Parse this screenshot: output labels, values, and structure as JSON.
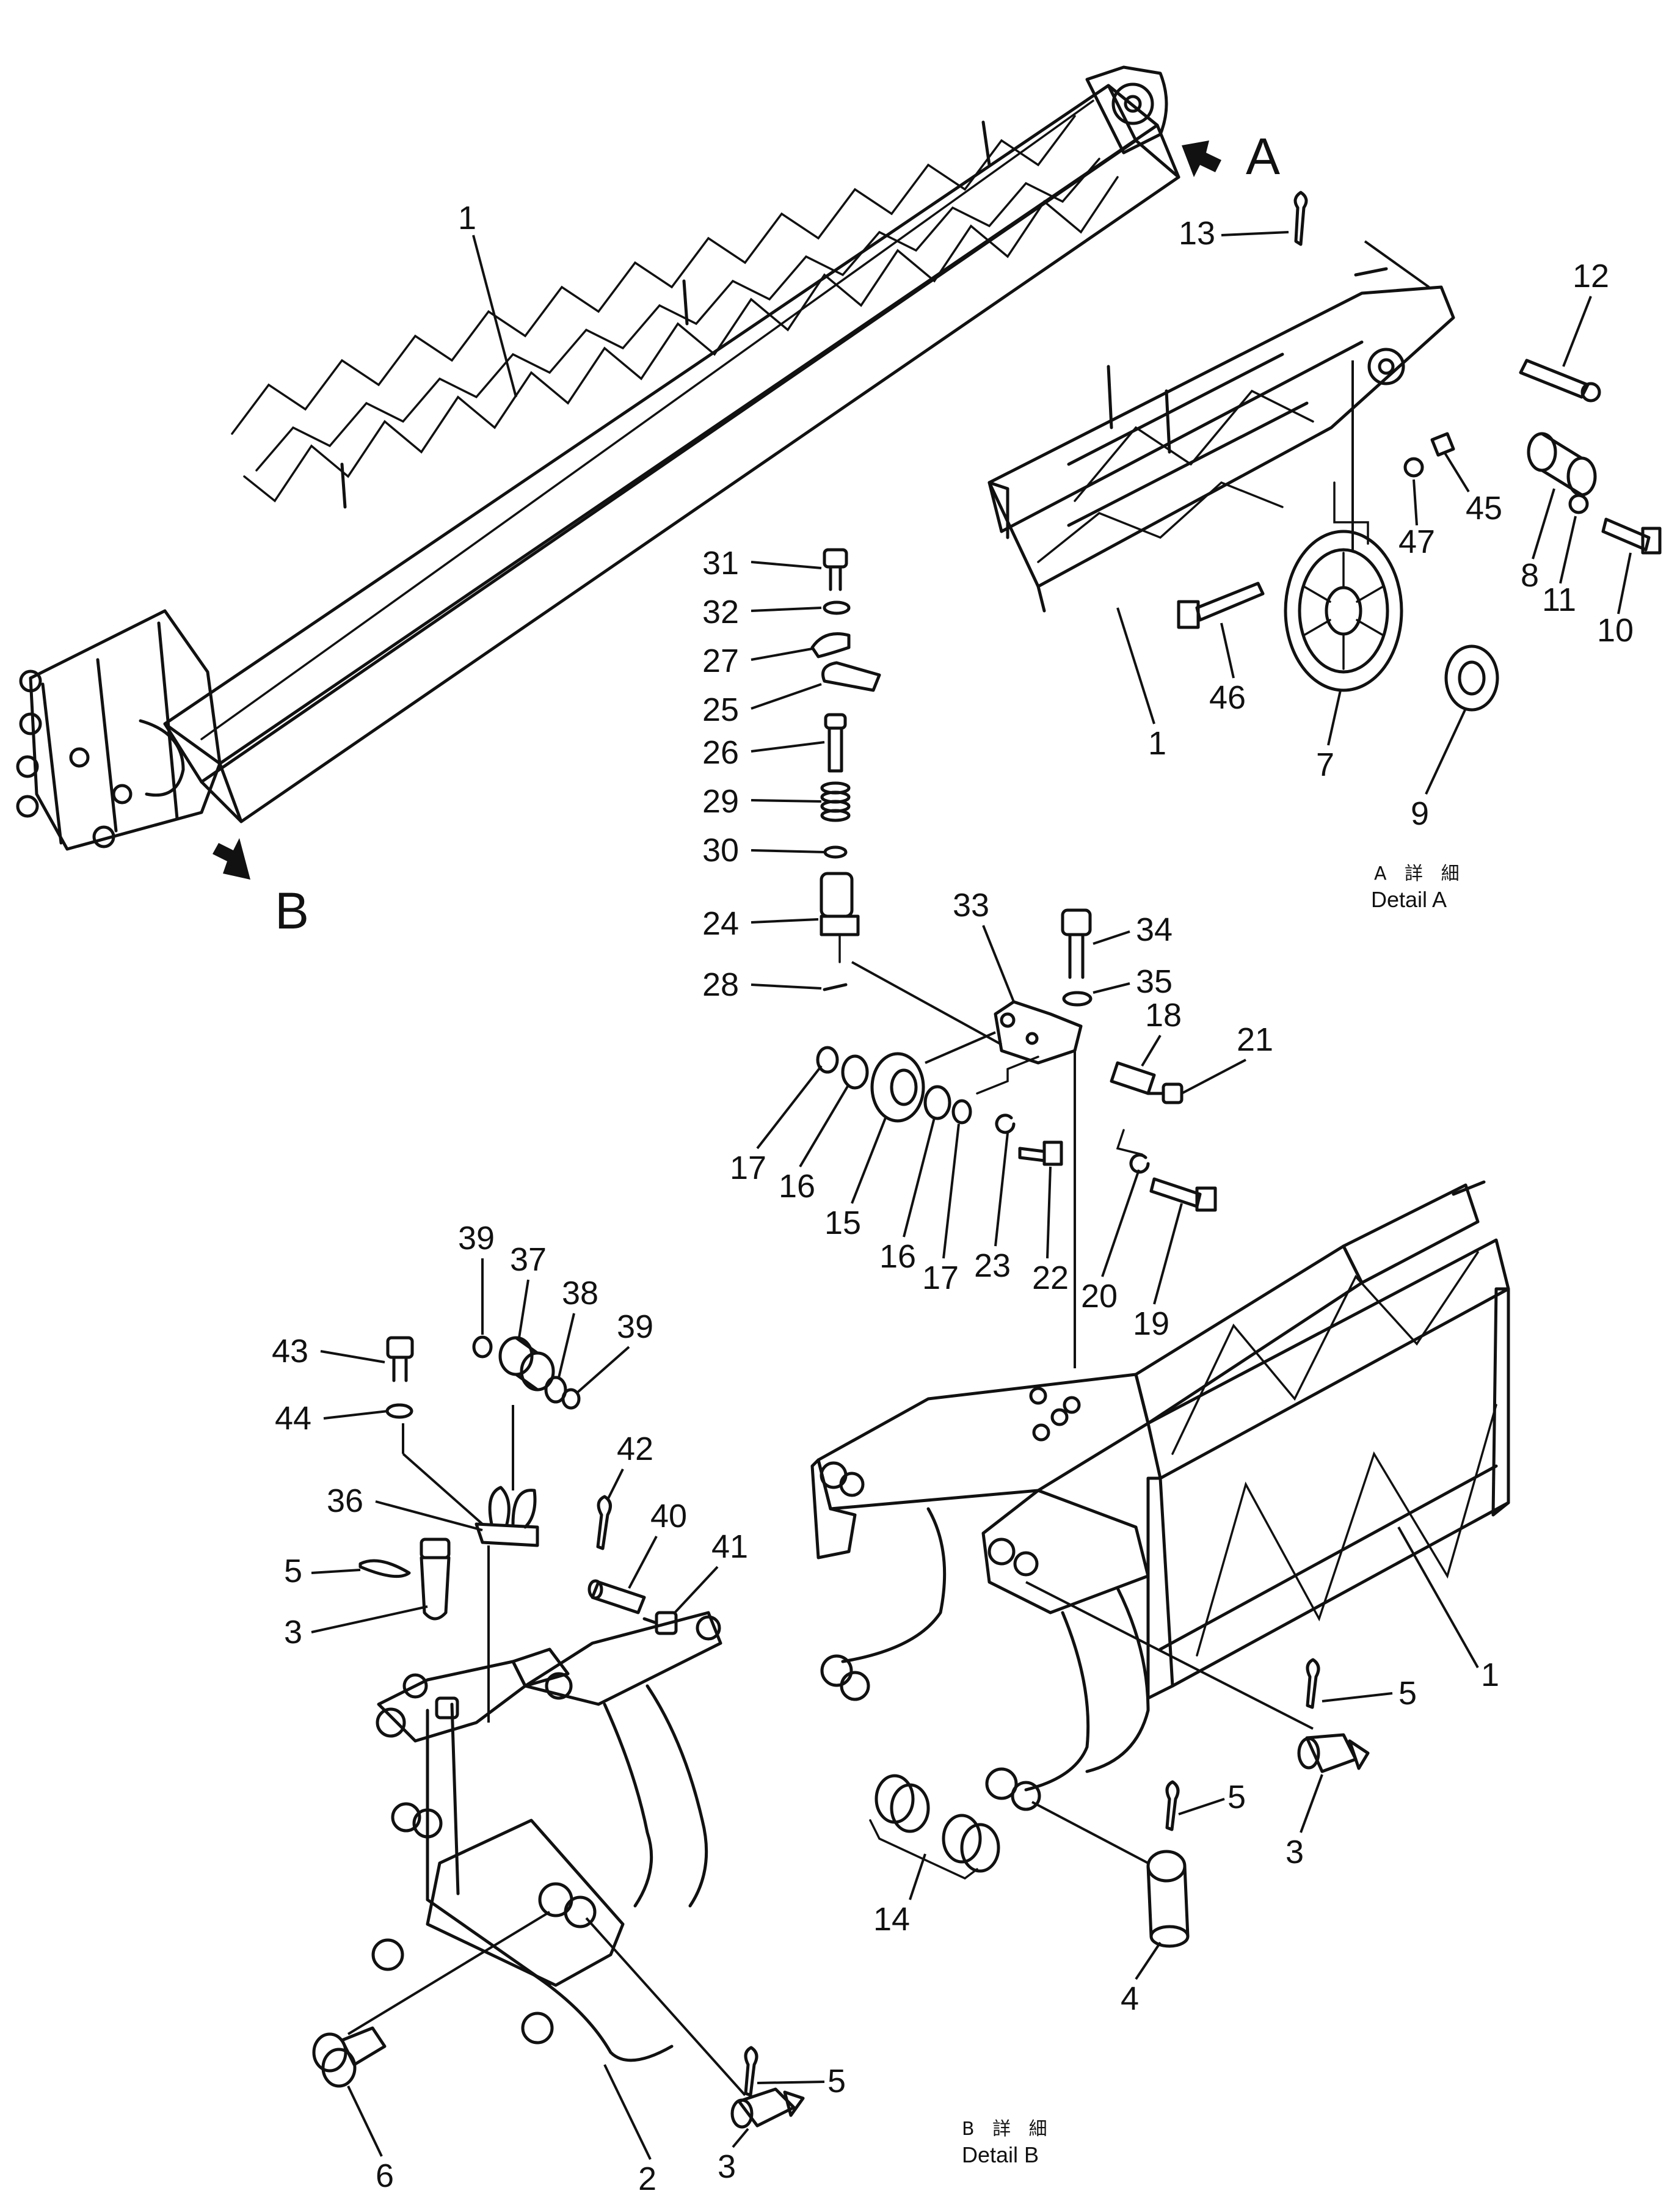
{
  "views": {
    "view_a_marker": "A",
    "view_b_marker": "B",
    "detail_a": {
      "caption_jp": "A 詳 細",
      "caption_en": "Detail A"
    },
    "detail_b": {
      "caption_jp": "B 詳 細",
      "caption_en": "Detail B"
    }
  },
  "callouts": {
    "boom_main": "1",
    "detail_a": [
      "13",
      "12",
      "45",
      "47",
      "8",
      "11",
      "10",
      "1",
      "46",
      "7",
      "9"
    ],
    "pin_lock": [
      "31",
      "32",
      "27",
      "25",
      "26",
      "29",
      "30",
      "24",
      "28"
    ],
    "sheave_bracket": [
      "33",
      "34",
      "35",
      "18",
      "21",
      "17",
      "16",
      "15",
      "16",
      "17",
      "23",
      "22",
      "20",
      "19"
    ],
    "lever_assy": [
      "39",
      "37",
      "38",
      "39",
      "43",
      "44",
      "42",
      "36",
      "40",
      "41",
      "5",
      "3"
    ],
    "detail_b": [
      "1",
      "5",
      "3",
      "5",
      "14",
      "4",
      "5",
      "3",
      "6",
      "2"
    ]
  }
}
